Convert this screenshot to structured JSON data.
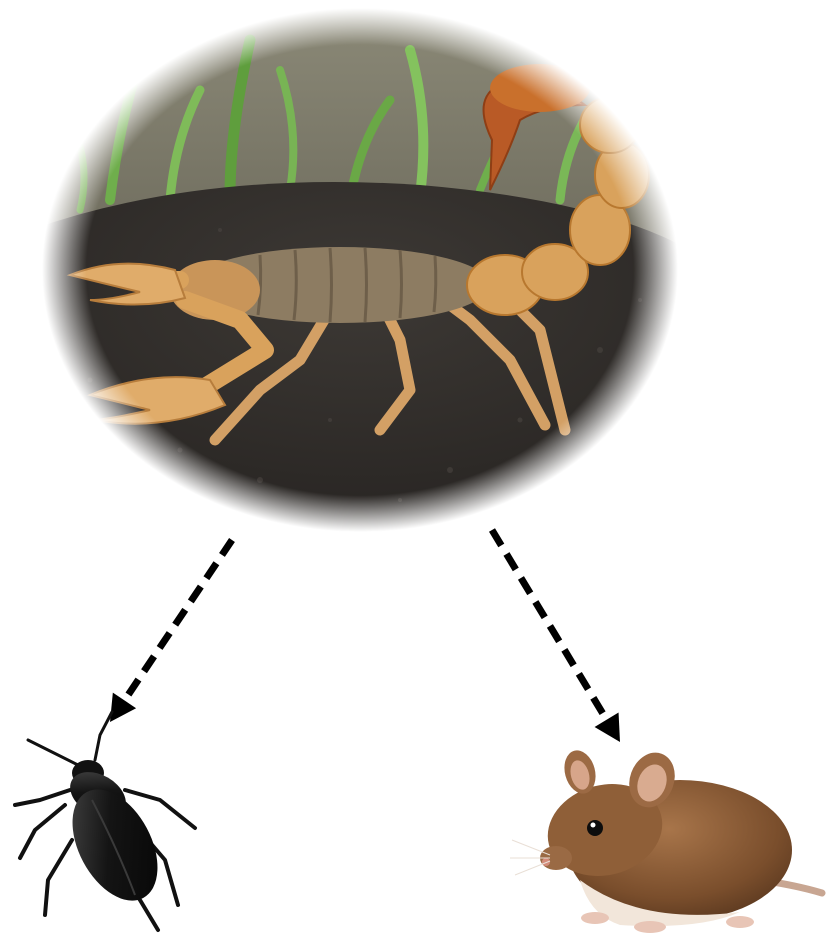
{
  "diagram": {
    "nodes": [
      {
        "id": "scorpion",
        "icon": "scorpion-photo",
        "role": "predator"
      },
      {
        "id": "beetle",
        "icon": "beetle-silhouette",
        "role": "prey"
      },
      {
        "id": "mouse",
        "icon": "mouse-photo",
        "role": "prey"
      }
    ],
    "edges": [
      {
        "from": "scorpion",
        "to": "beetle",
        "style": "dashed-arrow",
        "color": "#000000"
      },
      {
        "from": "scorpion",
        "to": "mouse",
        "style": "dashed-arrow",
        "color": "#000000"
      }
    ]
  },
  "colors": {
    "background": "#ffffff",
    "soil": "#2e2b28",
    "grass": "#6fae4c",
    "scorpion_body": "#d9a25c",
    "scorpion_tail": "#c9702c",
    "beetle": "#111111",
    "mouse_fur": "#8a5a33",
    "mouse_belly": "#f2e6da"
  }
}
